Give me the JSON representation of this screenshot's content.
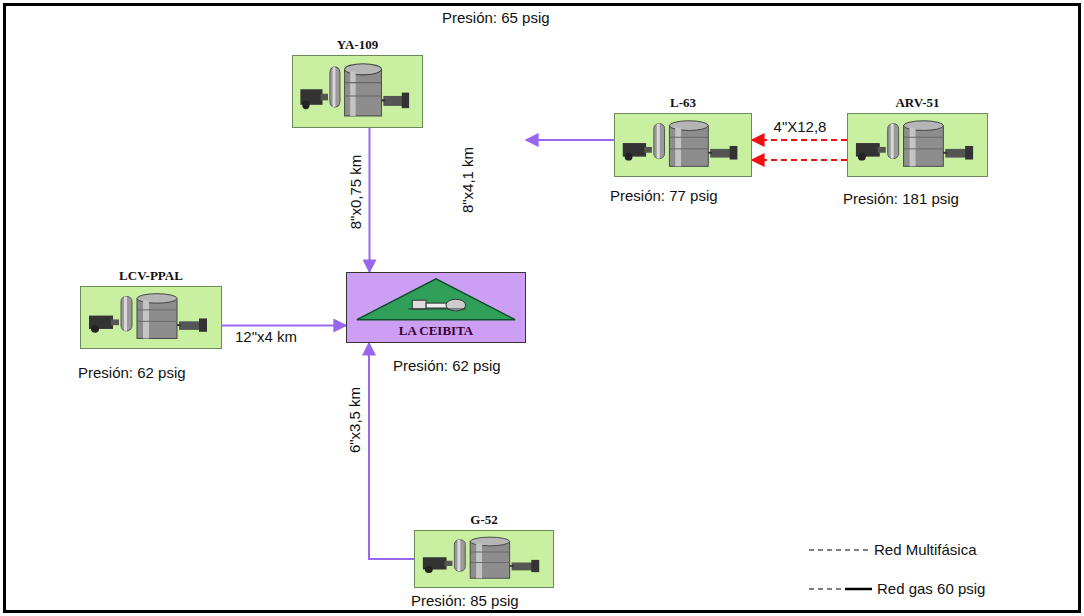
{
  "diagram": {
    "nodes": [
      {
        "text": [
          "YA-109",
          "Presión: 65 psig"
        ]
      },
      {
        "text": [
          "L-63",
          "Presión: 77 psig"
        ]
      },
      {
        "text": [
          "ARV-51",
          "Presión: 181 psig"
        ]
      },
      {
        "text": [
          "LCV-PPAL",
          "Presión: 62 psig"
        ]
      },
      {
        "text": [
          "LA CEIBITA",
          "Presión: 62 psig"
        ]
      },
      {
        "text": [
          "G-52",
          "Presión: 85 psig"
        ]
      }
    ],
    "edges": [
      {
        "from": 0,
        "to": 4,
        "arrow": "to",
        "label": "8\"x0,75 km"
      },
      {
        "from": 1,
        "to": 4,
        "arrow": "to",
        "label": "8\"x4,1 km"
      },
      {
        "from": 3,
        "to": 4,
        "arrow": "to",
        "label": "12\"x4 km"
      },
      {
        "from": 5,
        "to": 4,
        "arrow": "to",
        "label": "6\"x3,5 km"
      },
      {
        "from": 2,
        "to": 1,
        "arrow": "to",
        "label": "4\"X12,8"
      },
      {
        "from": 2,
        "to": 1,
        "arrow": "to"
      }
    ],
    "legend": [
      {
        "text": "Red Multifásica"
      },
      {
        "text": "Red gas 60 psig"
      }
    ]
  }
}
